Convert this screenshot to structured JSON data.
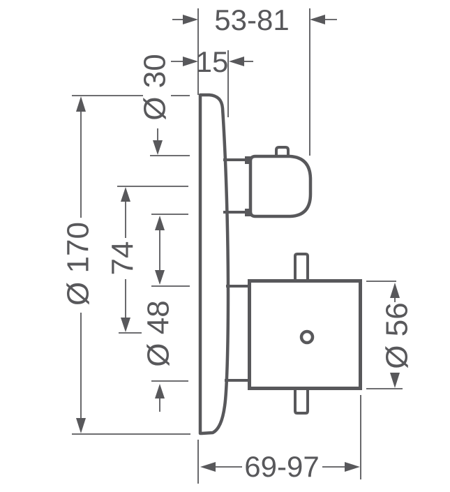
{
  "drawing": {
    "type": "technical-dimension-diagram",
    "subject": "concealed thermostatic mixer trim, side view",
    "line_color": "#58585b",
    "background_color": "#ffffff",
    "dimensions": {
      "top_depth_range": {
        "label": "53-81"
      },
      "plate_adjust_depth": {
        "label": "15"
      },
      "handle_diameter": {
        "label": "Ø 30"
      },
      "plate_diameter": {
        "label": "Ø 170"
      },
      "center_distance": {
        "label": "74"
      },
      "sleeve_diameter": {
        "label": "Ø 48"
      },
      "knob_diameter": {
        "label": "Ø 56"
      },
      "bottom_depth_range": {
        "label": "69-97"
      }
    }
  }
}
